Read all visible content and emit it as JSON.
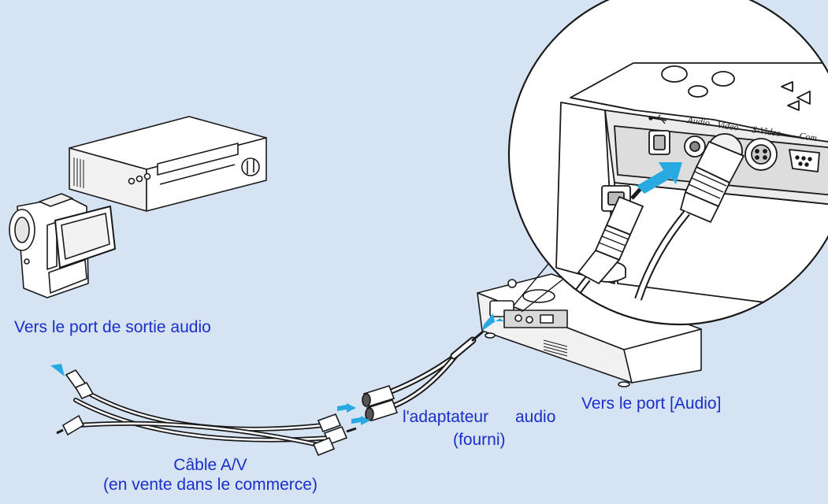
{
  "labels": {
    "audio_out": "Vers le port de sortie audio",
    "audio_port": "Vers le port [Audio]",
    "adapter_line1": "l'adaptateur",
    "adapter_line2": "audio",
    "adapter_line3": "(fourni)",
    "cable_line1": "Câble A/V",
    "cable_line2": "(en vente dans le commerce)"
  },
  "port_labels": [
    "Audio",
    "Video",
    "S-Video",
    "Com"
  ],
  "colors": {
    "background": "#d5e3f3",
    "label_text": "#1a2fc9",
    "arrow": "#29a9e1",
    "device_fill": "#ffffff",
    "outline": "#1a1a1a"
  },
  "icons": [
    "usb-icon",
    "connection-arrow-icon"
  ]
}
